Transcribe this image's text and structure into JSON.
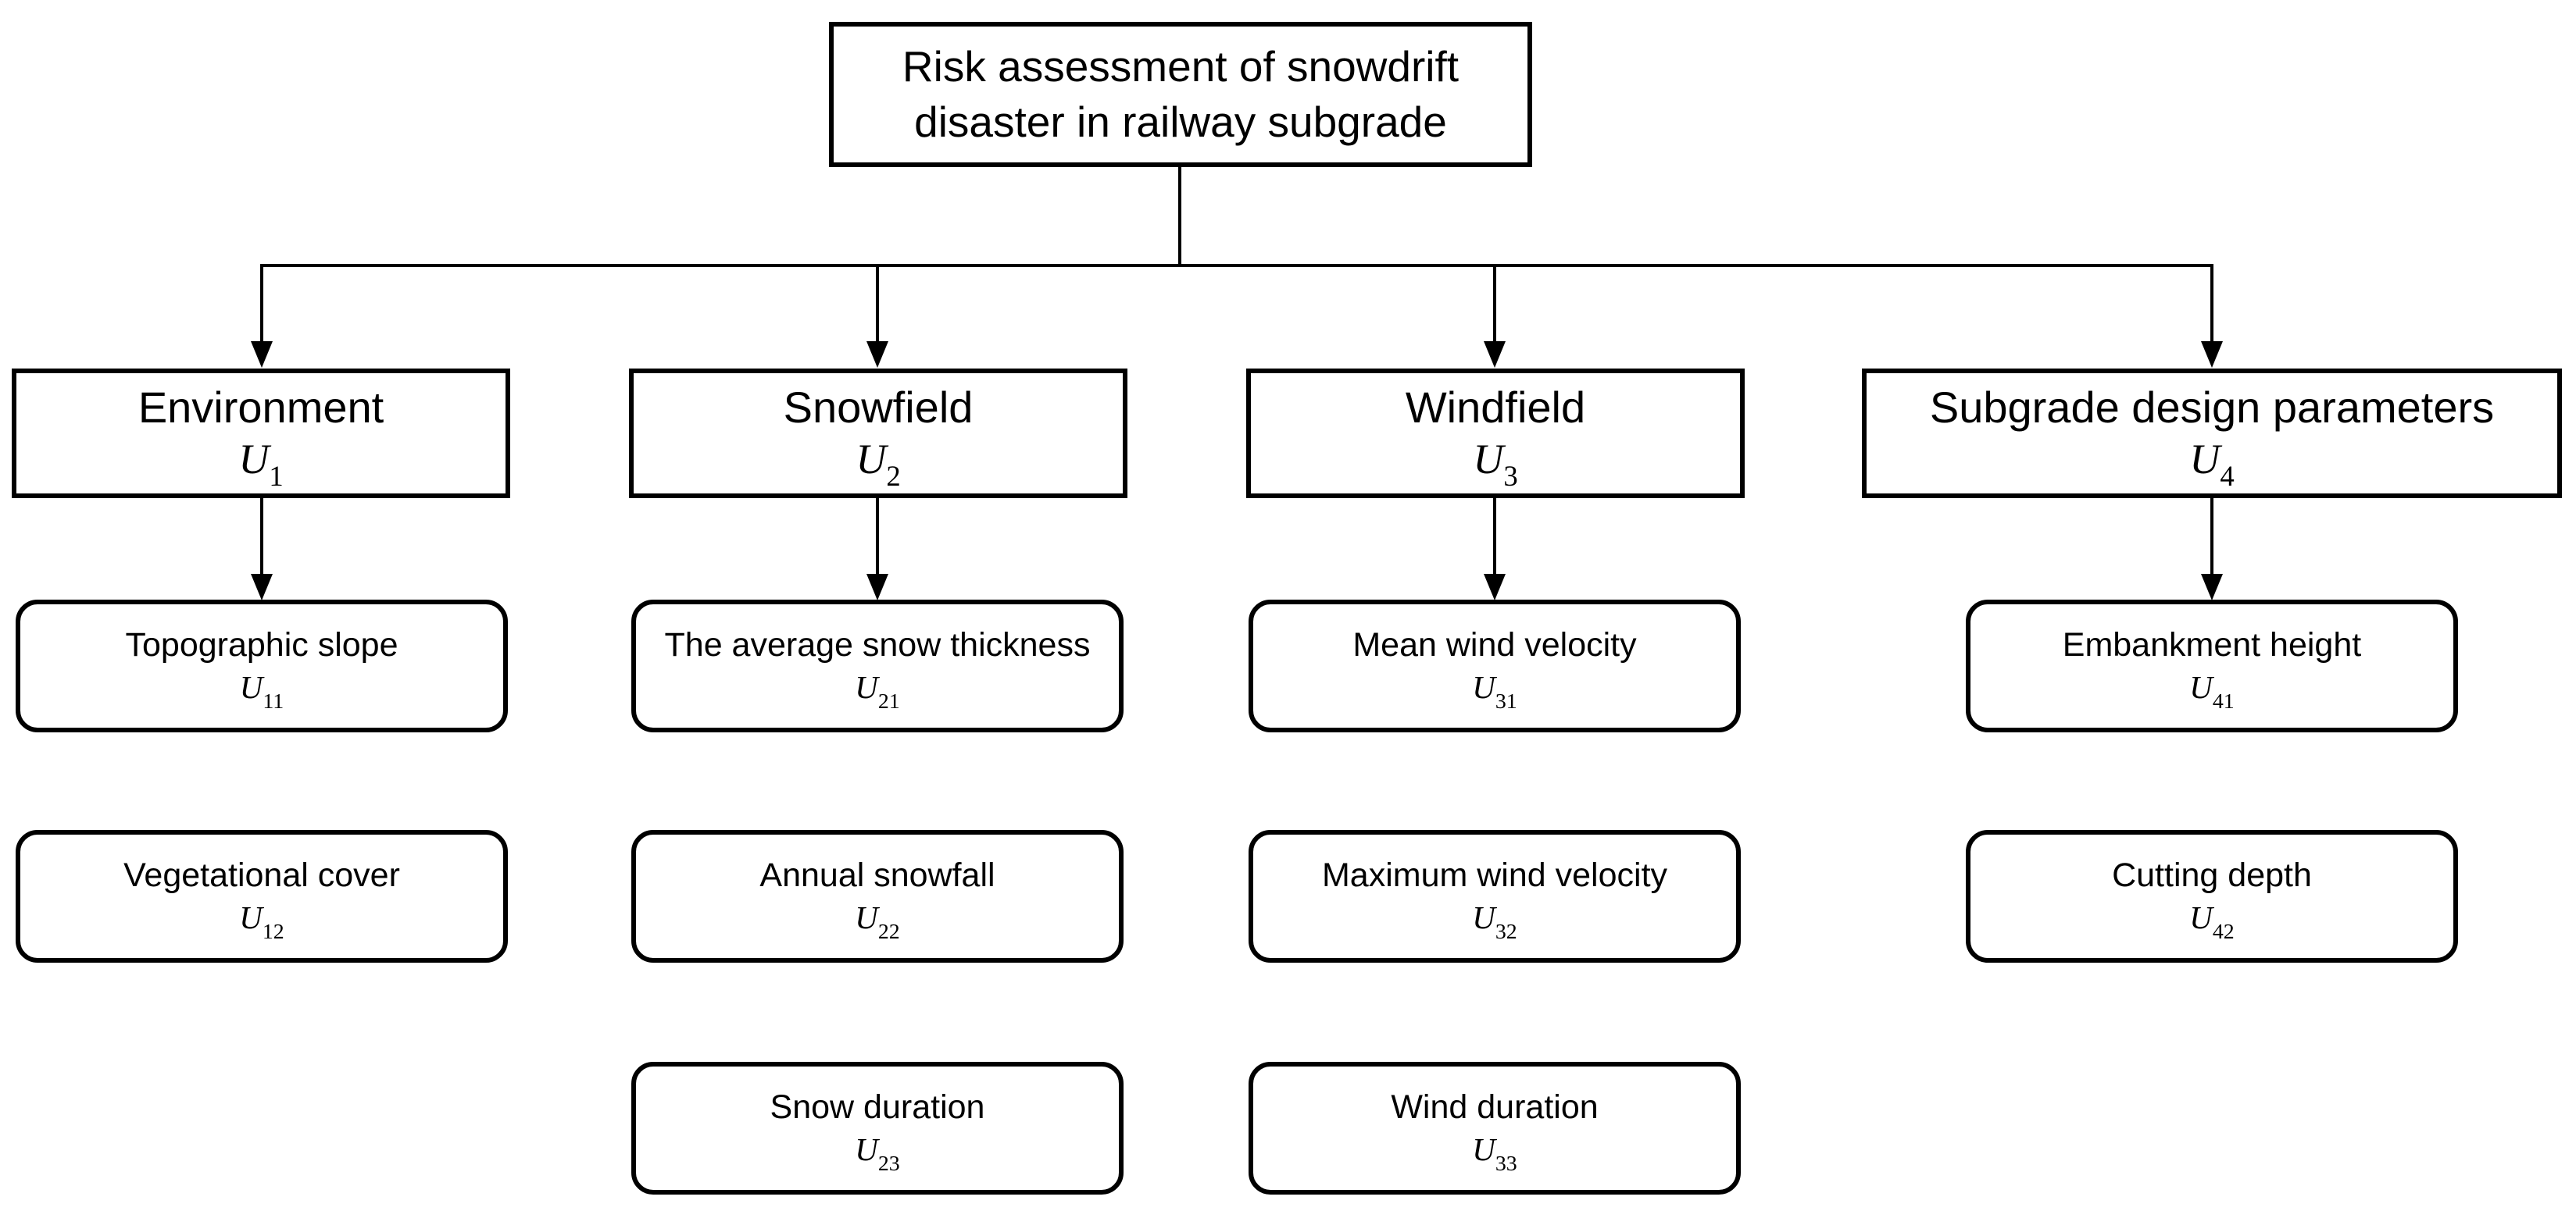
{
  "diagram": {
    "type": "hierarchy-tree",
    "colors": {
      "background": "#ffffff",
      "line": "#000000",
      "text": "#000000"
    },
    "root": {
      "label": "Risk assessment of snowdrift disaster in railway subgrade"
    },
    "categories": [
      {
        "label": "Environment",
        "symbol": "U",
        "subscript": "1",
        "children": [
          {
            "label": "Topographic slope",
            "symbol": "U",
            "subscript": "11"
          },
          {
            "label": "Vegetational cover",
            "symbol": "U",
            "subscript": "12"
          }
        ]
      },
      {
        "label": "Snowfield",
        "symbol": "U",
        "subscript": "2",
        "children": [
          {
            "label": "The average snow thickness",
            "symbol": "U",
            "subscript": "21"
          },
          {
            "label": "Annual snowfall",
            "symbol": "U",
            "subscript": "22"
          },
          {
            "label": "Snow duration",
            "symbol": "U",
            "subscript": "23"
          }
        ]
      },
      {
        "label": "Windfield",
        "symbol": "U",
        "subscript": "3",
        "children": [
          {
            "label": "Mean wind velocity",
            "symbol": "U",
            "subscript": "31"
          },
          {
            "label": "Maximum wind velocity",
            "symbol": "U",
            "subscript": "32"
          },
          {
            "label": "Wind duration",
            "symbol": "U",
            "subscript": "33"
          }
        ]
      },
      {
        "label": "Subgrade design parameters",
        "symbol": "U",
        "subscript": "4",
        "children": [
          {
            "label": "Embankment height",
            "symbol": "U",
            "subscript": "41"
          },
          {
            "label": "Cutting depth",
            "symbol": "U",
            "subscript": "42"
          }
        ]
      }
    ]
  }
}
